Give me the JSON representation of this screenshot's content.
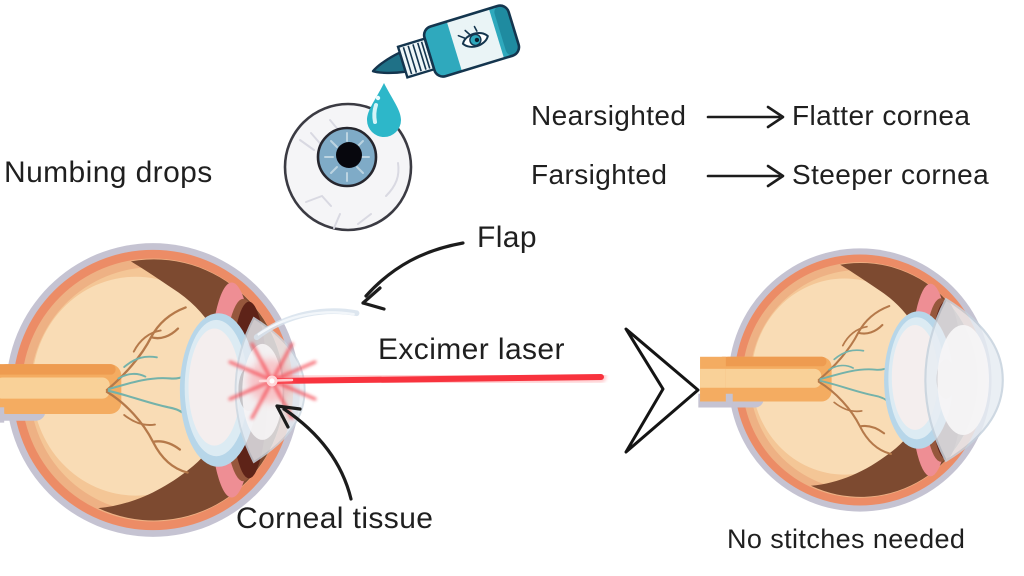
{
  "labels": {
    "numbing_drops": "Numbing drops",
    "flap": "Flap",
    "excimer_laser": "Excimer laser",
    "corneal_tissue": "Corneal tissue",
    "no_stitches": "No stitches needed"
  },
  "mappings": [
    {
      "condition": "Nearsighted",
      "result": "Flatter cornea"
    },
    {
      "condition": "Farsighted",
      "result": "Steeper cornea"
    }
  ],
  "colors": {
    "text": "#1f1f1f",
    "arrow_black": "#1c1c1c",
    "laser": "#f8333e",
    "laser_glow": "#ff8a90",
    "drop_teal": "#2db7c9",
    "bottle_teal": "#2fa9bd",
    "bottle_dark_teal": "#1f7187",
    "bottle_outline": "#14354e",
    "sclera_gray": "#c5c3d2",
    "coral_ring": "#ec8c66",
    "vitreous_peach": "#f4c696",
    "vitreous_light": "#f9dcb5",
    "choroid_brown": "#7d4a30",
    "ciliary_pink": "#ee8e94",
    "iris_maroon": "#5e2318",
    "pupil_brown": "#2f0c05",
    "lens_blue": "#b7d6e9",
    "lens_white": "#f4eeee",
    "optic_nerve_orange": "#f4ac61",
    "vessel_teal": "#74b2aa",
    "vessel_brown": "#b5794a",
    "cornea_translucent": "#e7edf3"
  }
}
